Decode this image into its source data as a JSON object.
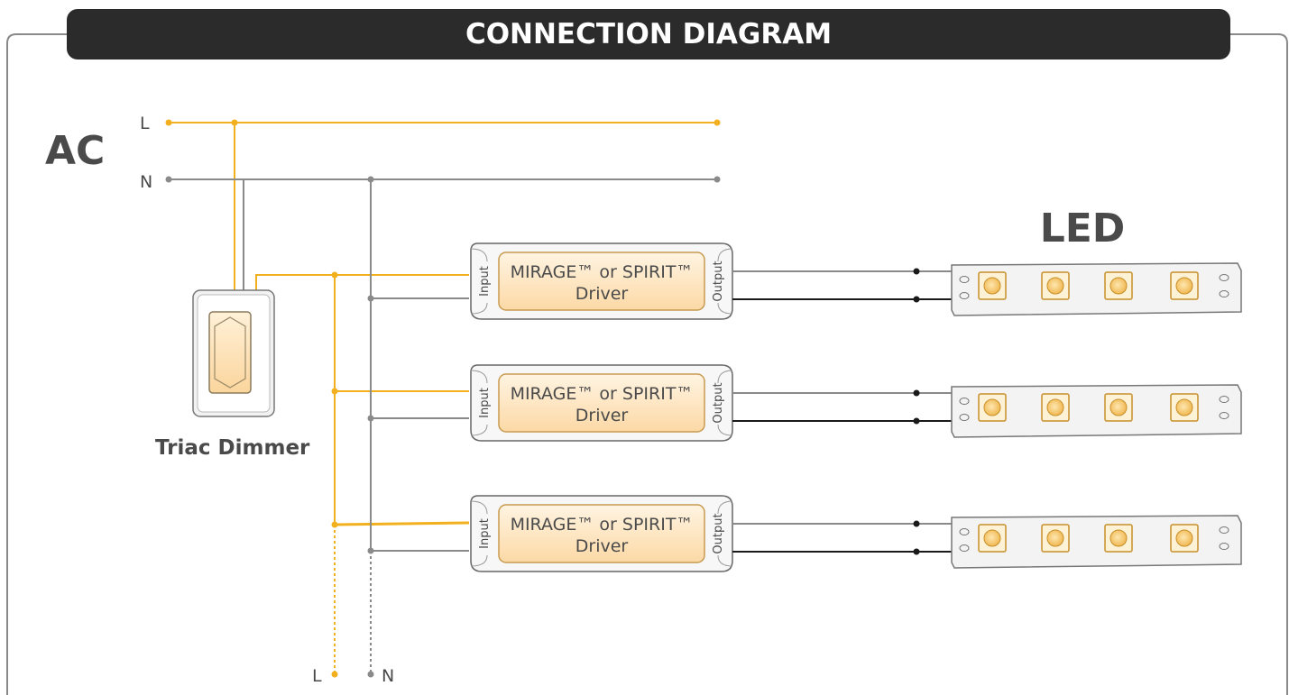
{
  "header": {
    "title": "CONNECTION DIAGRAM"
  },
  "ac": {
    "label": "AC",
    "line_label": "L",
    "neutral_label": "N"
  },
  "dimmer": {
    "label": "Triac Dimmer"
  },
  "led": {
    "label": "LED"
  },
  "drivers": [
    {
      "line1": "MIRAGE™ or SPIRIT™",
      "line2": "Driver",
      "input": "Input",
      "output": "Output"
    },
    {
      "line1": "MIRAGE™ or SPIRIT™",
      "line2": "Driver",
      "input": "Input",
      "output": "Output"
    },
    {
      "line1": "MIRAGE™ or SPIRIT™",
      "line2": "Driver",
      "input": "Input",
      "output": "Output"
    }
  ],
  "bottom": {
    "line_label": "L",
    "neutral_label": "N"
  },
  "colors": {
    "line": "#f2b01e",
    "neutral": "#8a8a8a",
    "dark": "#1a1a1a",
    "header_bg": "#2b2b2b",
    "frame": "#8a8a8a",
    "driver_fill": "#fde2b6",
    "led_chip": "#f5c060"
  }
}
